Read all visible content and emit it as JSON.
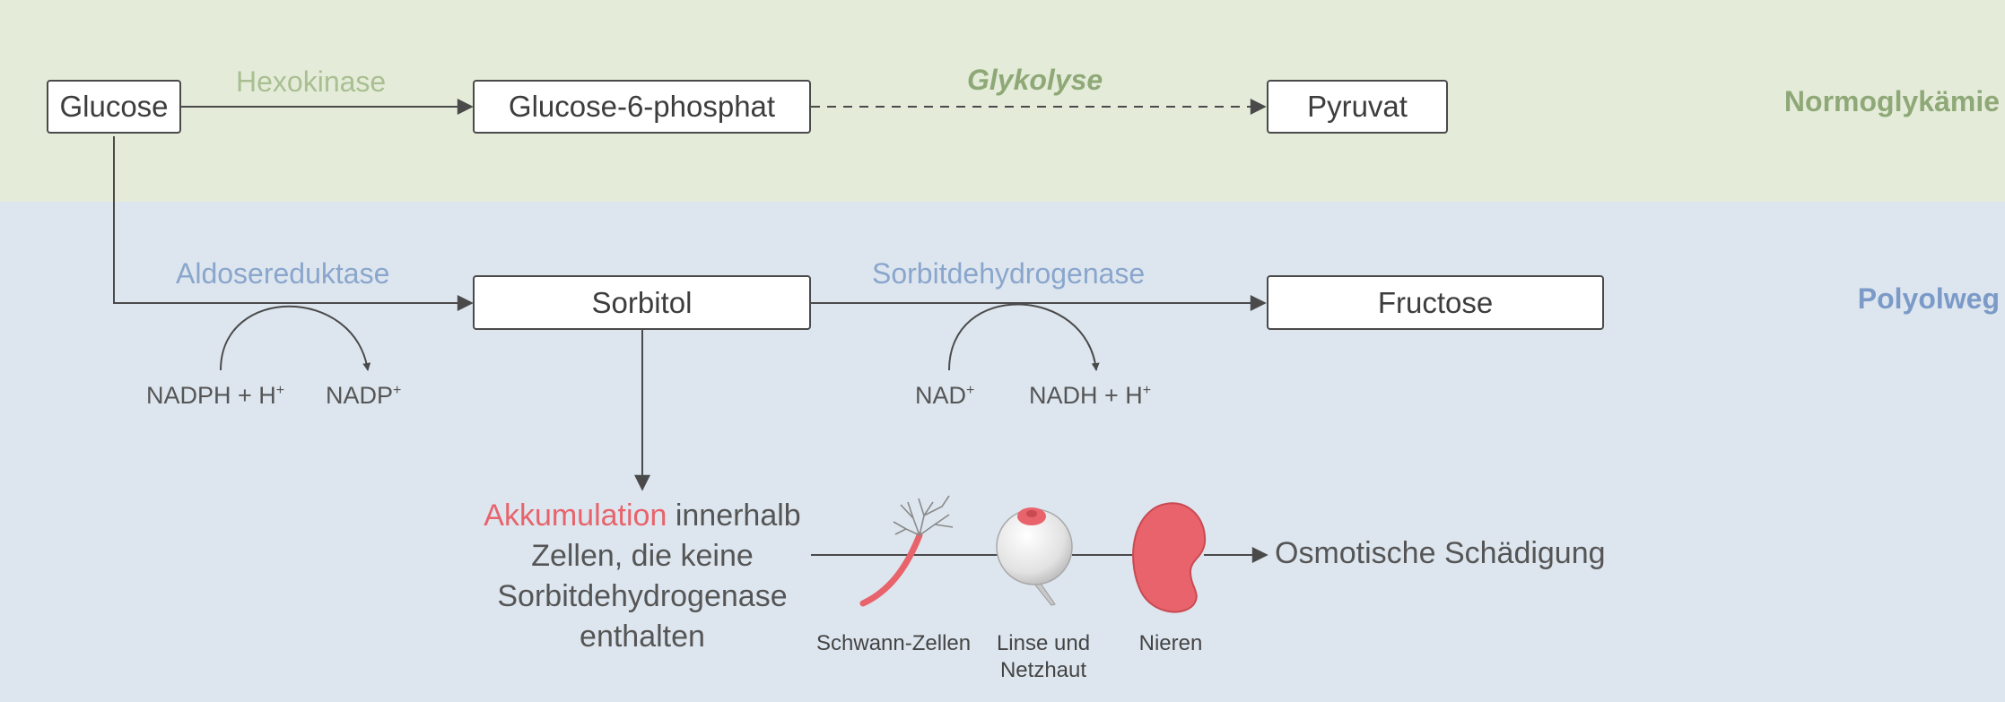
{
  "colors": {
    "top_band": "#e4ecd9",
    "bottom_band": "#dde6ef",
    "green_accent": "#8fa877",
    "blue_accent": "#7b9ac7",
    "red_accent": "#e8636b",
    "line": "#4a4a4a"
  },
  "sections": {
    "normoglycemia": "Normoglykämie",
    "polyol": "Polyolweg"
  },
  "nodes": {
    "glucose": "Glucose",
    "g6p": "Glucose-6-phosphat",
    "pyruvat": "Pyruvat",
    "sorbitol": "Sorbitol",
    "fructose": "Fructose"
  },
  "enzymes": {
    "hexokinase": "Hexokinase",
    "glykolyse": "Glykolyse",
    "aldosereduktase": "Aldosereduktase",
    "sorbitdehydrogenase": "Sorbitdehydrogenase"
  },
  "cofactors": {
    "nadph": "NADPH + H",
    "nadph_sup": "+",
    "nadp": "NADP",
    "nadp_sup": "+",
    "nad": "NAD",
    "nad_sup": "+",
    "nadh": "NADH + H",
    "nadh_sup": "+"
  },
  "accumulation": {
    "highlight": "Akkumulation",
    "rest_line1": " innerhalb",
    "line2": "Zellen, die keine",
    "line3": "Sorbitdehydrogenase",
    "line4": "enthalten"
  },
  "organs": {
    "schwann": "Schwann-Zellen",
    "eye_line1": "Linse und",
    "eye_line2": "Netzhaut",
    "kidney": "Nieren"
  },
  "outcome": "Osmotische Schädigung"
}
